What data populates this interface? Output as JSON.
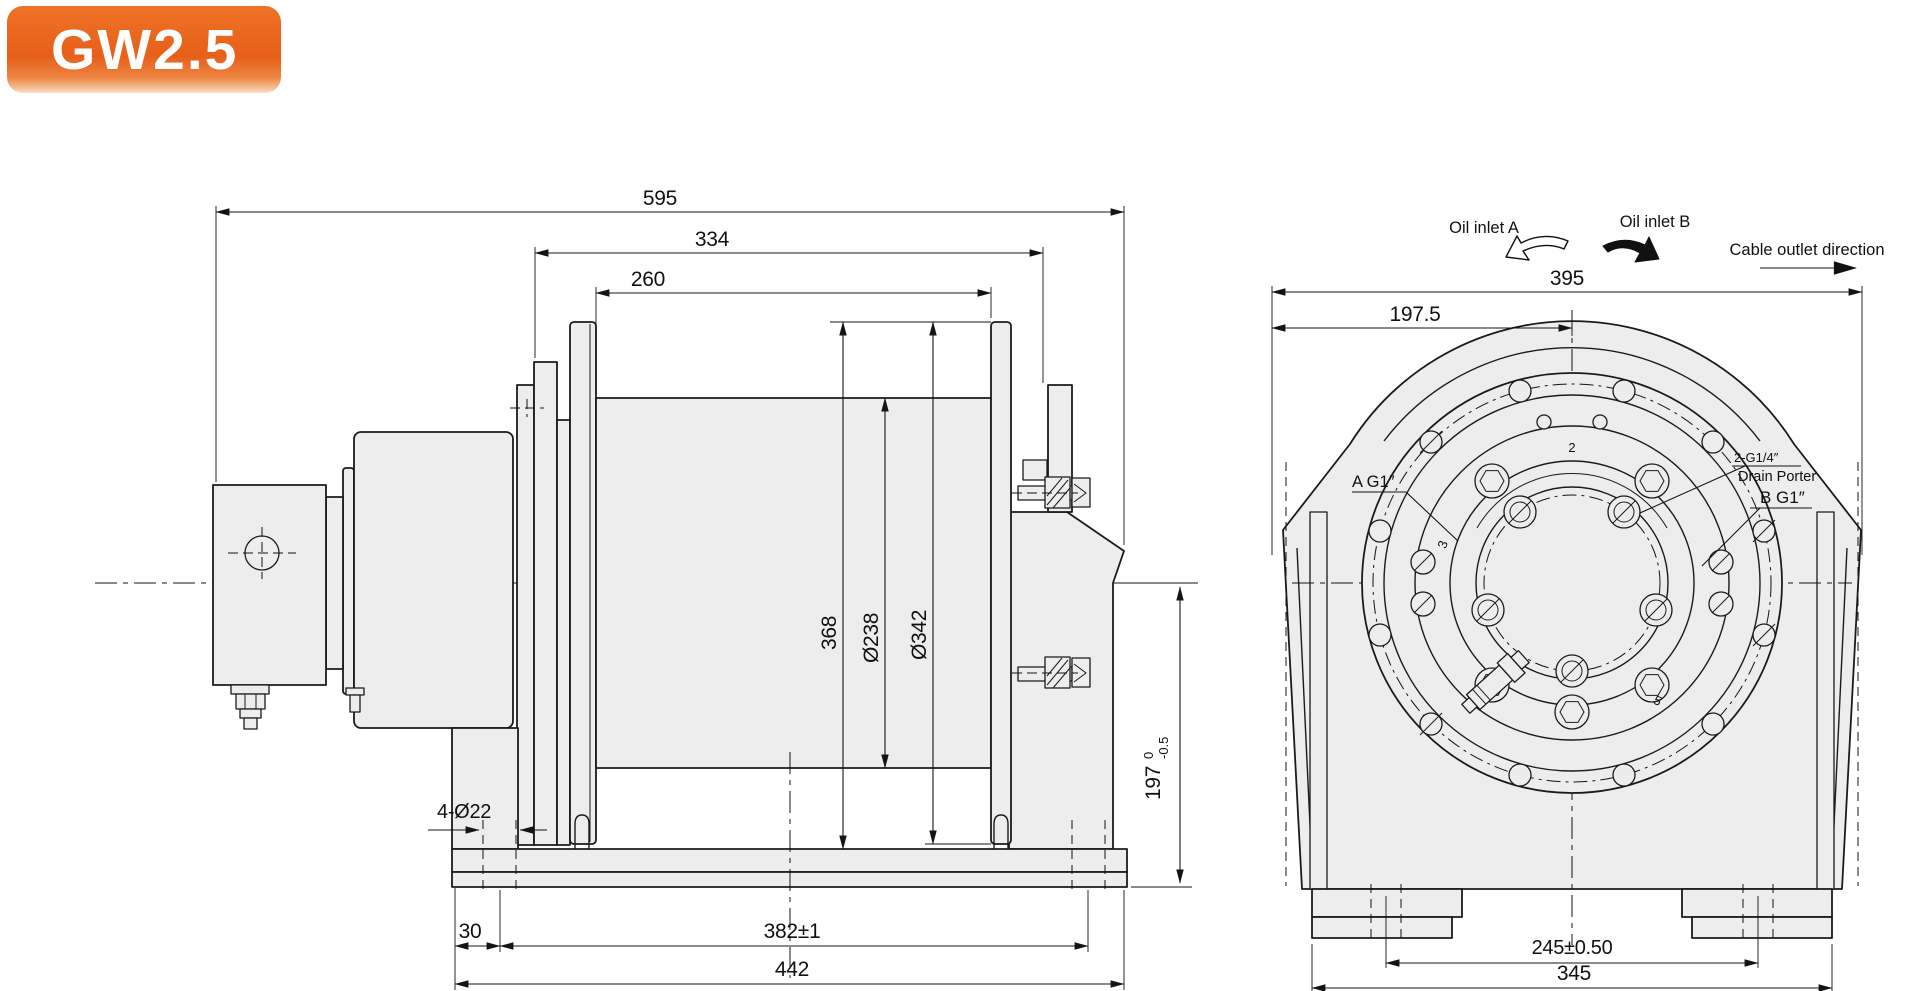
{
  "badge": {
    "model": "GW2.5",
    "color": "#e8641c"
  },
  "left_view": {
    "dims": {
      "overall_length": "595",
      "housing_length": "334",
      "drum_length": "260",
      "overall_height": "368",
      "drum_diameter": "Ø238",
      "flange_diameter": "Ø342",
      "axis_height": "197",
      "axis_height_tol_upper": "0",
      "axis_height_tol_lower": "-0.5",
      "mount_holes": "4-Ø22",
      "hole_offset": "30",
      "hole_spacing": "382±1",
      "base_length": "442"
    }
  },
  "right_view": {
    "labels": {
      "oil_inlet_a": "Oil inlet A",
      "oil_inlet_b": "Oil inlet B",
      "cable_outlet": "Cable outlet direction",
      "port_a": "A G1″",
      "drain_ports": "2-G1/4″",
      "drain_name": "Drain Porter",
      "port_b": "B G1″"
    },
    "dims": {
      "overall_width": "395",
      "half_width": "197.5",
      "mount_hole_spacing": "245±0.50",
      "base_width": "345"
    },
    "cast_marks": [
      "2",
      "3",
      "5"
    ]
  }
}
